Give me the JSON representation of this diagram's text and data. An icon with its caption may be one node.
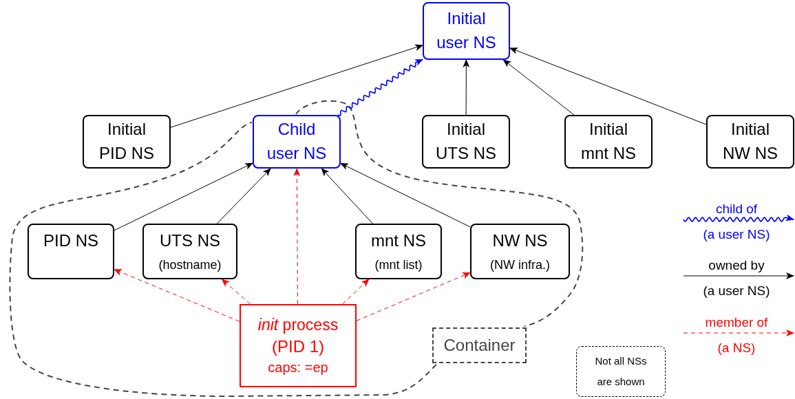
{
  "diagram": {
    "nodes": [
      {
        "text": [
          "Initial user NS"
        ]
      },
      {
        "text": [
          "Initial PID NS"
        ]
      },
      {
        "text": [
          "Child user NS"
        ]
      },
      {
        "text": [
          "Initial UTS NS"
        ]
      },
      {
        "text": [
          "Initial mnt NS"
        ]
      },
      {
        "text": [
          "Initial NW NS"
        ]
      },
      {
        "text": [
          "PID NS"
        ]
      },
      {
        "text": [
          "UTS NS",
          "(hostname)"
        ]
      },
      {
        "text": [
          "mnt NS",
          "(mnt list)"
        ]
      },
      {
        "text": [
          "NW NS",
          "(NW infra.)"
        ]
      },
      {
        "text": [
          "*init* process",
          "(PID 1)",
          "caps: =ep"
        ]
      },
      {
        "text": [
          "Container"
        ]
      },
      {
        "text": [
          "Not all NSs are shown"
        ]
      }
    ],
    "edges": [
      {
        "from": 1,
        "to": 0,
        "arrow": "to"
      },
      {
        "from": 2,
        "to": 0,
        "arrow": "to",
        "color": "#0000ff"
      },
      {
        "from": 3,
        "to": 0,
        "arrow": "to"
      },
      {
        "from": 4,
        "to": 0,
        "arrow": "to"
      },
      {
        "from": 5,
        "to": 0,
        "arrow": "to"
      },
      {
        "from": 6,
        "to": 2,
        "arrow": "to"
      },
      {
        "from": 7,
        "to": 2,
        "arrow": "to"
      },
      {
        "from": 8,
        "to": 2,
        "arrow": "to"
      },
      {
        "from": 9,
        "to": 2,
        "arrow": "to"
      },
      {
        "from": 10,
        "to": 2,
        "arrow": "to",
        "style": "dashed",
        "color": "#ff0000"
      },
      {
        "from": 10,
        "to": 6,
        "arrow": "to",
        "style": "dashed",
        "color": "#ff0000"
      },
      {
        "from": 10,
        "to": 7,
        "arrow": "to",
        "style": "dashed",
        "color": "#ff0000"
      },
      {
        "from": 10,
        "to": 8,
        "arrow": "to",
        "style": "dashed",
        "color": "#ff0000"
      },
      {
        "from": 10,
        "to": 9,
        "arrow": "to",
        "style": "dashed",
        "color": "#ff0000"
      }
    ],
    "legend": [
      {
        "text": "child of (a user NS)"
      },
      {
        "text": "owned by (a user NS)"
      },
      {
        "text": "member of (a NS)"
      }
    ]
  }
}
